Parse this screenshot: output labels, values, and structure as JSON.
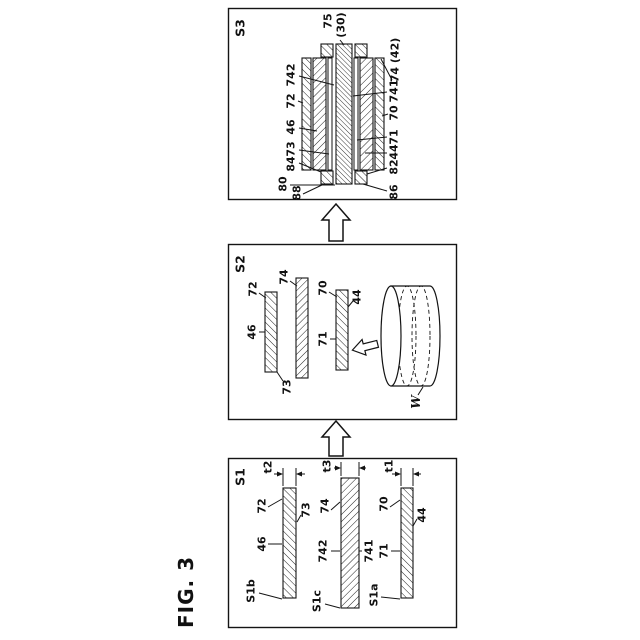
{
  "figure_title": "FIG. 3",
  "panel_s1": {
    "label": "S1",
    "t2": "t2",
    "t3": "t3",
    "t1": "t1",
    "n72": "72",
    "n46": "46",
    "n73": "73",
    "sheet_b": "S1b",
    "n74": "74",
    "n742": "742",
    "n741": "741",
    "sheet_c": "S1c",
    "n70": "70",
    "n71": "71",
    "n44": "44",
    "sheet_a": "S1a"
  },
  "panel_s2": {
    "label": "S2",
    "n72": "72",
    "n46": "46",
    "n73": "73",
    "n74": "74",
    "n70": "70",
    "n71": "71",
    "n44": "44",
    "workpiece": "W"
  },
  "panel_s3": {
    "label": "S3",
    "n75": "75",
    "n30": "(30)",
    "n74_42": "74 (42)",
    "n742": "742",
    "n741": "741",
    "n72": "72",
    "n70": "70",
    "n46": "46",
    "n73": "73",
    "n71": "71",
    "n44": "44",
    "n84": "84",
    "n82": "82",
    "n80": "80",
    "n88": "88",
    "n86": "86"
  }
}
